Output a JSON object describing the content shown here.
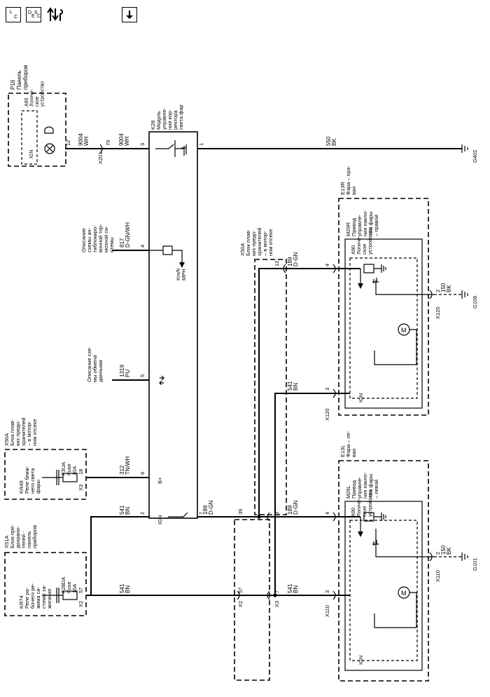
{
  "toolbar": {
    "loc": {
      "top": "L",
      "bottom": "C"
    },
    "desc": {
      "a": "D",
      "b": "E",
      "c": "S",
      "d": "C"
    },
    "icons": [
      "flow-icon",
      "download-icon"
    ]
  },
  "components": {
    "p16": [
      "P16",
      "Панель",
      "приборов"
    ],
    "a90_p16": [
      "A90",
      "Логиче-",
      "ское",
      "устройство"
    ],
    "ign": "IGN",
    "k28": [
      "K28",
      "Модуль",
      "управле-",
      "ния кор-",
      "ректора",
      "света фар"
    ],
    "x51a": [
      "X51A",
      "Блок пре-",
      "дохрани-",
      "телей -",
      "панель",
      "приборов"
    ],
    "kr74": [
      "KR74",
      "Реле ра-",
      "бочего ре-",
      "жима си-",
      "стемы за-",
      "жигания"
    ],
    "f28da": [
      "F28DA",
      "Fuse",
      "10A"
    ],
    "x50a_top": [
      "X50A",
      "Блок плав-",
      "ких предо-",
      "хранителей",
      "– в мотор-",
      "ном отсеке"
    ],
    "kr49": [
      "KR49",
      "Реле ближ-",
      "него света",
      "фары"
    ],
    "f3ua": [
      "F3UA",
      "Fuse",
      "10A"
    ],
    "x50a_mid": [
      "X50A",
      "Блок плав-",
      "ких предо-",
      "хранителей",
      "– в мотор-",
      "ном отсеке"
    ],
    "e13r": [
      "E13R",
      "Фара – пра-",
      "вая"
    ],
    "m29r": [
      "M29R",
      "Привод",
      "управле-",
      "ния накло-",
      "ном фары",
      "– правой"
    ],
    "e13l": [
      "E13L",
      "Фара – ле-",
      "вая"
    ],
    "m29l": [
      "M29L",
      "Привод",
      "управле-",
      "ния накло-",
      "ном фары",
      "– левой"
    ],
    "a90_hl": [
      "A90",
      "Логиче-",
      "ское",
      "устройство"
    ]
  },
  "refs": {
    "vehicle_speed": [
      "Описание",
      "схемы ан-",
      "тиблокиро-",
      "вочной тор-",
      "мозной си-",
      "стемы"
    ],
    "data_comm": [
      "Описание схе-",
      "мы обмена",
      "данными"
    ],
    "kmh": [
      "Km/h",
      "MPH"
    ],
    "bplus": "B+"
  },
  "wires": [
    {
      "id": "w9004a",
      "circuit": "9004",
      "color": "WH"
    },
    {
      "id": "w9004b",
      "circuit": "9004",
      "color": "WH"
    },
    {
      "id": "w550",
      "circuit": "550",
      "color": "BK"
    },
    {
      "id": "w817",
      "circuit": "817",
      "color": "D-GN/WH"
    },
    {
      "id": "w1319",
      "circuit": "1319",
      "color": "PU"
    },
    {
      "id": "w312",
      "circuit": "312",
      "color": "TN/WH"
    },
    {
      "id": "w541a",
      "circuit": "541",
      "color": "BN"
    },
    {
      "id": "w541b",
      "circuit": "541",
      "color": "BN"
    },
    {
      "id": "w189a",
      "circuit": "189",
      "color": "D-GN"
    },
    {
      "id": "w189r",
      "circuit": "189",
      "color": "D-GN"
    },
    {
      "id": "w541r",
      "circuit": "541",
      "color": "BN"
    },
    {
      "id": "w150r",
      "circuit": "150",
      "color": "BK"
    },
    {
      "id": "w189l",
      "circuit": "189",
      "color": "D-GN"
    },
    {
      "id": "w541l",
      "circuit": "541",
      "color": "BN"
    },
    {
      "id": "w150l",
      "circuit": "150",
      "color": "BK"
    }
  ],
  "pins": {
    "p12": "12",
    "p79": "79",
    "p3": "3",
    "p1": "1",
    "p4": "4",
    "p5": "5",
    "p6": "6",
    "p18": "18",
    "p2": "2",
    "p7": "7",
    "p57a": "57",
    "p57b": "57",
    "p39": "39",
    "p3b": "3",
    "p12b": "12",
    "p7b": "7",
    "r4": "4",
    "r3": "3",
    "r2": "2",
    "l4": "4",
    "l3": "3",
    "l2": "2"
  },
  "connectors": {
    "x201": "X201",
    "x2": "X2",
    "x3": "X3",
    "x3b": "X3",
    "x2b": "X2",
    "x120a": "X120",
    "x120b": "X120",
    "x110a": "X110",
    "x110b": "X110"
  },
  "grounds": {
    "g402": "G402",
    "g106": "G106",
    "g101": "G101"
  },
  "ign_labels": {
    "k28": "IGN",
    "r": "IGN",
    "l": "IGN"
  }
}
